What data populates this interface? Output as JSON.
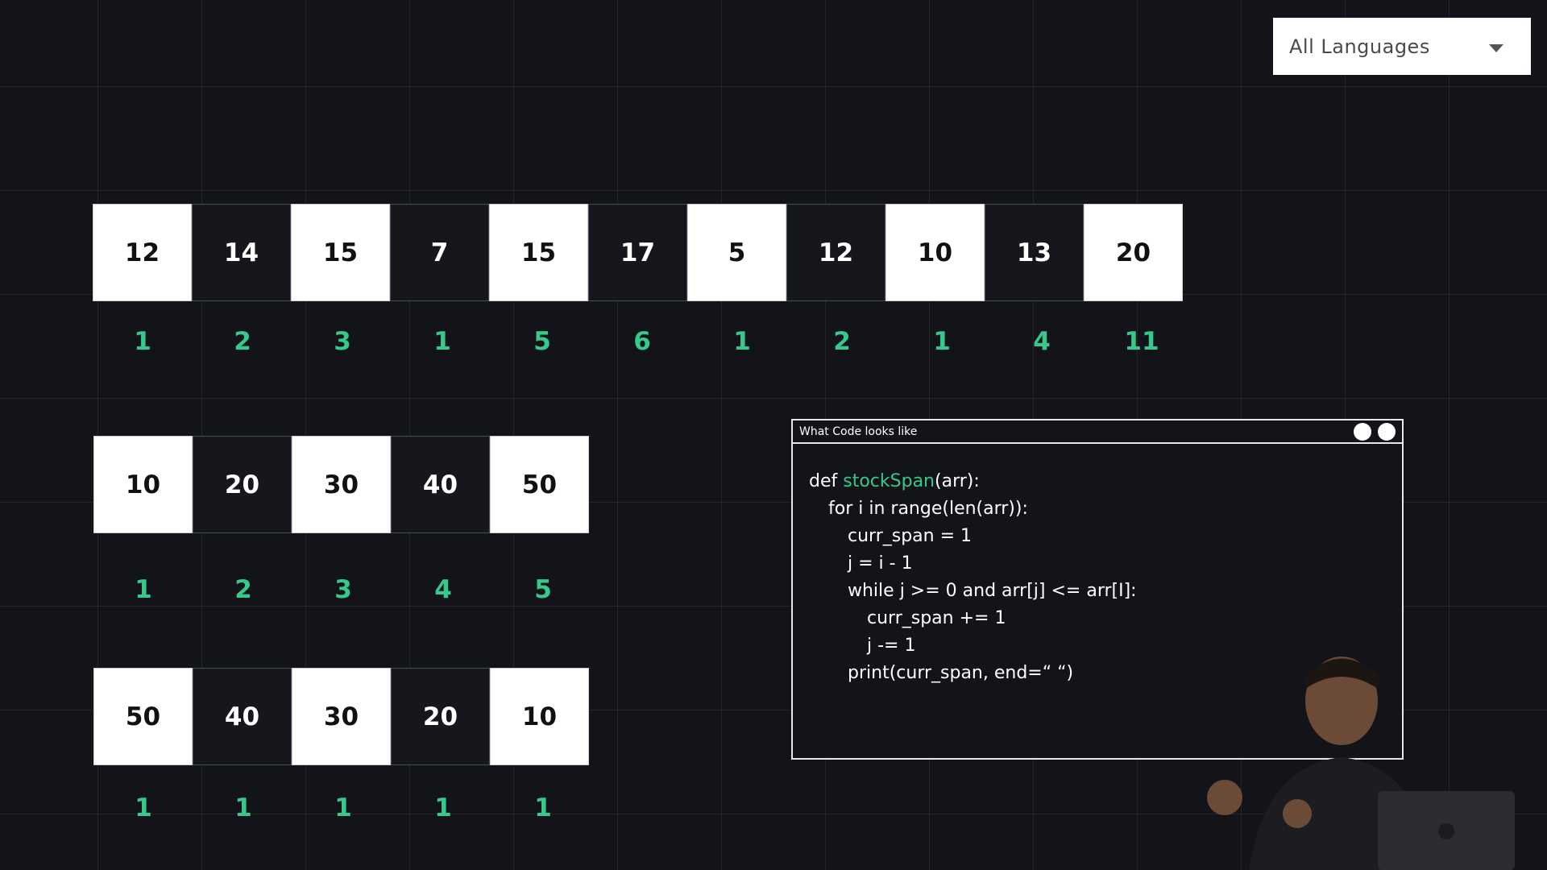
{
  "language_select": {
    "label": "All Languages",
    "icon": "chevron-down-icon"
  },
  "arrays": [
    {
      "values": [
        "12",
        "14",
        "15",
        "7",
        "15",
        "17",
        "5",
        "12",
        "10",
        "13",
        "20"
      ],
      "spans": [
        "1",
        "2",
        "3",
        "1",
        "5",
        "6",
        "1",
        "2",
        "1",
        "4",
        "11"
      ]
    },
    {
      "values": [
        "10",
        "20",
        "30",
        "40",
        "50"
      ],
      "spans": [
        "1",
        "2",
        "3",
        "4",
        "5"
      ]
    },
    {
      "values": [
        "50",
        "40",
        "30",
        "20",
        "10"
      ],
      "spans": [
        "1",
        "1",
        "1",
        "1",
        "1"
      ]
    }
  ],
  "code_window": {
    "title": "What Code looks like",
    "lines": [
      {
        "indent": 0,
        "pre": "def ",
        "fn": "stockSpan",
        "post": "(arr):"
      },
      {
        "indent": 1,
        "pre": "for i in range(len(arr)):",
        "fn": "",
        "post": ""
      },
      {
        "indent": 2,
        "pre": "curr_span = 1",
        "fn": "",
        "post": ""
      },
      {
        "indent": 2,
        "pre": "j = i - 1",
        "fn": "",
        "post": ""
      },
      {
        "indent": 2,
        "pre": "while j >= 0 and arr[j] <= arr[I]:",
        "fn": "",
        "post": ""
      },
      {
        "indent": 3,
        "pre": "curr_span += 1",
        "fn": "",
        "post": ""
      },
      {
        "indent": 3,
        "pre": "j -= 1",
        "fn": "",
        "post": ""
      },
      {
        "indent": 2,
        "pre": "print(curr_span, end=“ “)",
        "fn": "",
        "post": ""
      }
    ]
  },
  "colors": {
    "accent": "#37c98b",
    "background": "#121419",
    "cell_light": "#ffffff",
    "cell_dark": "#15171c"
  }
}
